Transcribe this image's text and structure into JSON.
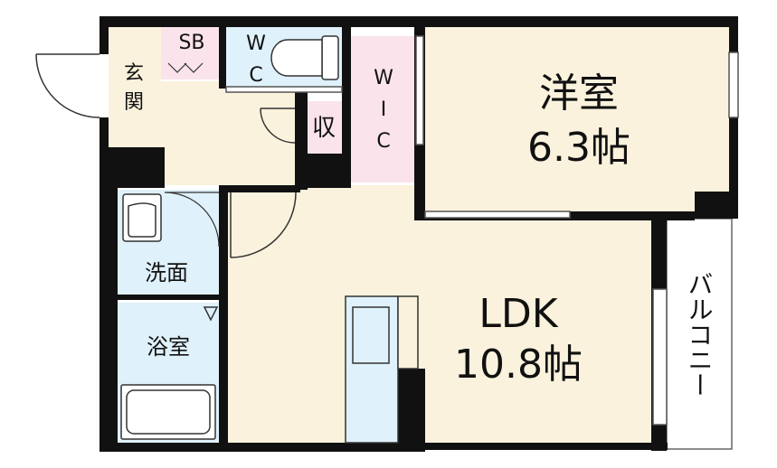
{
  "rooms": {
    "genkan": "玄関",
    "sb": "SB",
    "wc_top": "W",
    "wc_bottom": "C",
    "wic_w": "W",
    "wic_i": "I",
    "wic_c": "C",
    "shu": "収",
    "youshitsu_name": "洋室",
    "youshitsu_size": "6.3帖",
    "senmen": "洗面",
    "yokushitsu": "浴室",
    "ldk_name": "LDK",
    "ldk_size": "10.8帖",
    "balcony": "バルコニー"
  },
  "colors": {
    "wall": "#111111",
    "floor_cream": "#faf2dc",
    "wet_blue": "#dff1fa",
    "storage_pink": "#fbe3ec",
    "balcony_white": "#ffffff"
  }
}
